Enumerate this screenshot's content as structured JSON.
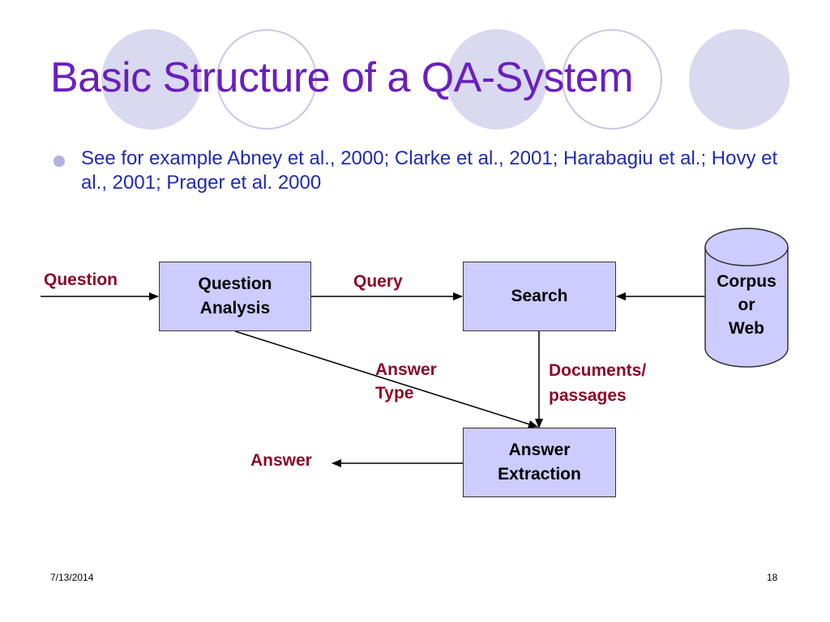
{
  "slide": {
    "title": "Basic Structure of a QA-System",
    "bullet": "See for example Abney et al., 2000; Clarke et al., 2001; Harabagiu et al.;  Hovy et al., 2001; Prager et al. 2000",
    "date": "7/13/2014",
    "page_number": "18"
  },
  "diagram": {
    "boxes": {
      "question_analysis": "Question\nAnalysis",
      "search": "Search",
      "answer_extraction": "Answer\nExtraction",
      "corpus": "Corpus\nor\nWeb"
    },
    "labels": {
      "question": "Question",
      "query": "Query",
      "answer_type": "Answer\nType",
      "documents": "Documents/\npassages",
      "answer": "Answer"
    }
  },
  "colors": {
    "title": "#6a1fc0",
    "bullet_text": "#1f2bb0",
    "box_fill": "#ccccff",
    "label": "#8b0a28",
    "decoration": "#d9d9ef"
  }
}
